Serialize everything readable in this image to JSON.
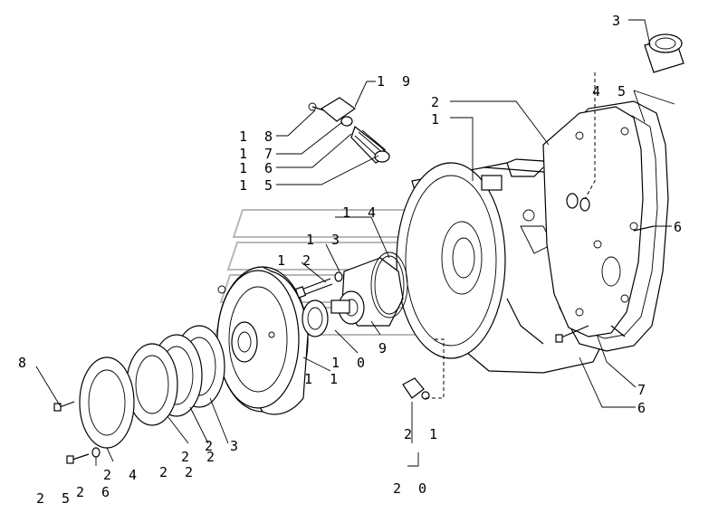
{
  "labels": {
    "l1": "1",
    "l2": "2",
    "l3": "3",
    "l45": "4 5",
    "l6a": "6",
    "l6b": "6",
    "l7": "7",
    "l8": "8",
    "l9": "9",
    "l10": "1 0",
    "l11": "1 1",
    "l12": "1 2",
    "l13": "1 3",
    "l14": "1 4",
    "l15": "1 5",
    "l16": "1 6",
    "l17": "1 7",
    "l18": "1 8",
    "l19": "1 9",
    "l20": "2 0",
    "l21": "2 1",
    "l22a": "2 2",
    "l22b": "2 2",
    "l23": "2 3",
    "l24": "2 4",
    "l25": "2 5",
    "l26": "2 6"
  }
}
